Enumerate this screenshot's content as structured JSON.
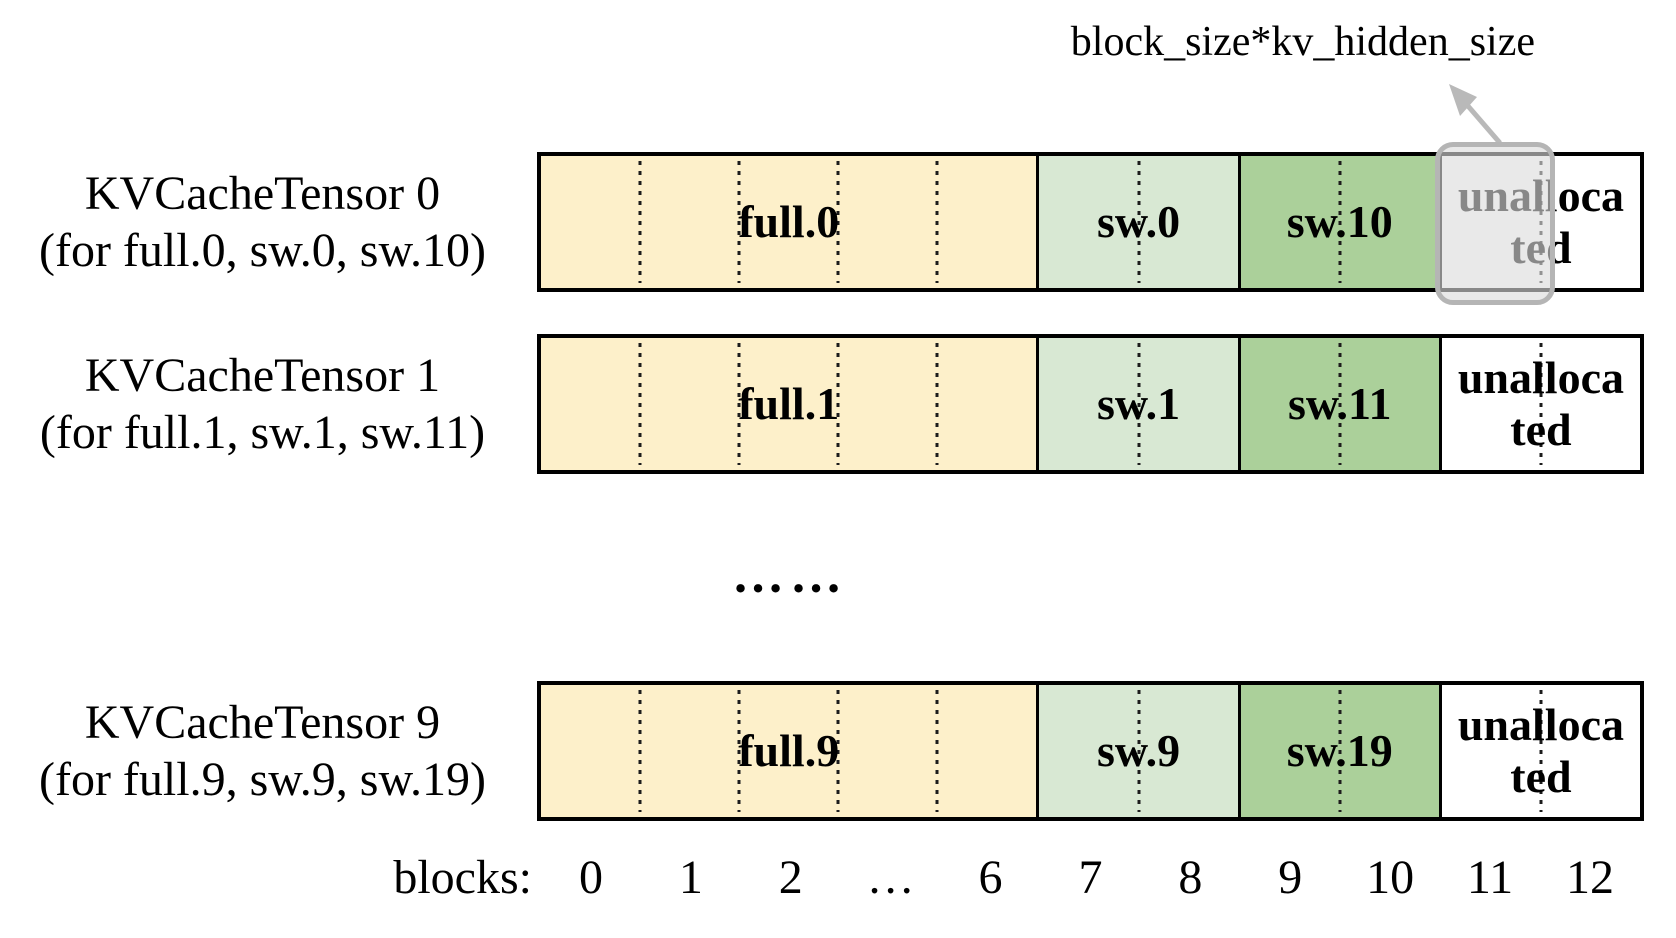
{
  "annotation": {
    "label": "block_size*kv_hidden_size",
    "target": "highlighted block of KVCacheTensor 0"
  },
  "tensors": [
    {
      "label": "KVCacheTensor 0",
      "sublabel": "(for full.0, sw.0, sw.10)",
      "segments": [
        {
          "label": "full.0",
          "kind": "full",
          "blocks": 5
        },
        {
          "label": "sw.0",
          "kind": "sw_light",
          "blocks": 2
        },
        {
          "label": "sw.10",
          "kind": "sw_dark",
          "blocks": 2
        },
        {
          "label": "unallocated",
          "lines": [
            "unalloca",
            "ted"
          ],
          "kind": "unallocated",
          "blocks": 2
        }
      ]
    },
    {
      "label": "KVCacheTensor 1",
      "sublabel": "(for full.1, sw.1, sw.11)",
      "segments": [
        {
          "label": "full.1",
          "kind": "full",
          "blocks": 5
        },
        {
          "label": "sw.1",
          "kind": "sw_light",
          "blocks": 2
        },
        {
          "label": "sw.11",
          "kind": "sw_dark",
          "blocks": 2
        },
        {
          "label": "unallocated",
          "lines": [
            "unalloca",
            "ted"
          ],
          "kind": "unallocated",
          "blocks": 2
        }
      ]
    },
    {
      "label": "KVCacheTensor 9",
      "sublabel": "(for full.9, sw.9, sw.19)",
      "segments": [
        {
          "label": "full.9",
          "kind": "full",
          "blocks": 5
        },
        {
          "label": "sw.9",
          "kind": "sw_light",
          "blocks": 2
        },
        {
          "label": "sw.19",
          "kind": "sw_dark",
          "blocks": 2
        },
        {
          "label": "unallocated",
          "lines": [
            "unalloca",
            "ted"
          ],
          "kind": "unallocated",
          "blocks": 2
        }
      ]
    }
  ],
  "ellipsis": "……",
  "highlight": {
    "tensor_index": 0,
    "block_tick": "11"
  },
  "axis": {
    "label": "blocks:",
    "ticks": [
      "0",
      "1",
      "2",
      "…",
      "6",
      "7",
      "8",
      "9",
      "10",
      "11",
      "12"
    ]
  },
  "colors": {
    "full": "#FDF0CA",
    "sw_light": "#D8E8D3",
    "sw_dark": "#ABD09A",
    "unallocated": "#FFFFFF",
    "border": "#000000",
    "highlight_fill": "#DBDBDB",
    "highlight_border": "#B5B5B5",
    "arrow": "#B9B9B9"
  }
}
